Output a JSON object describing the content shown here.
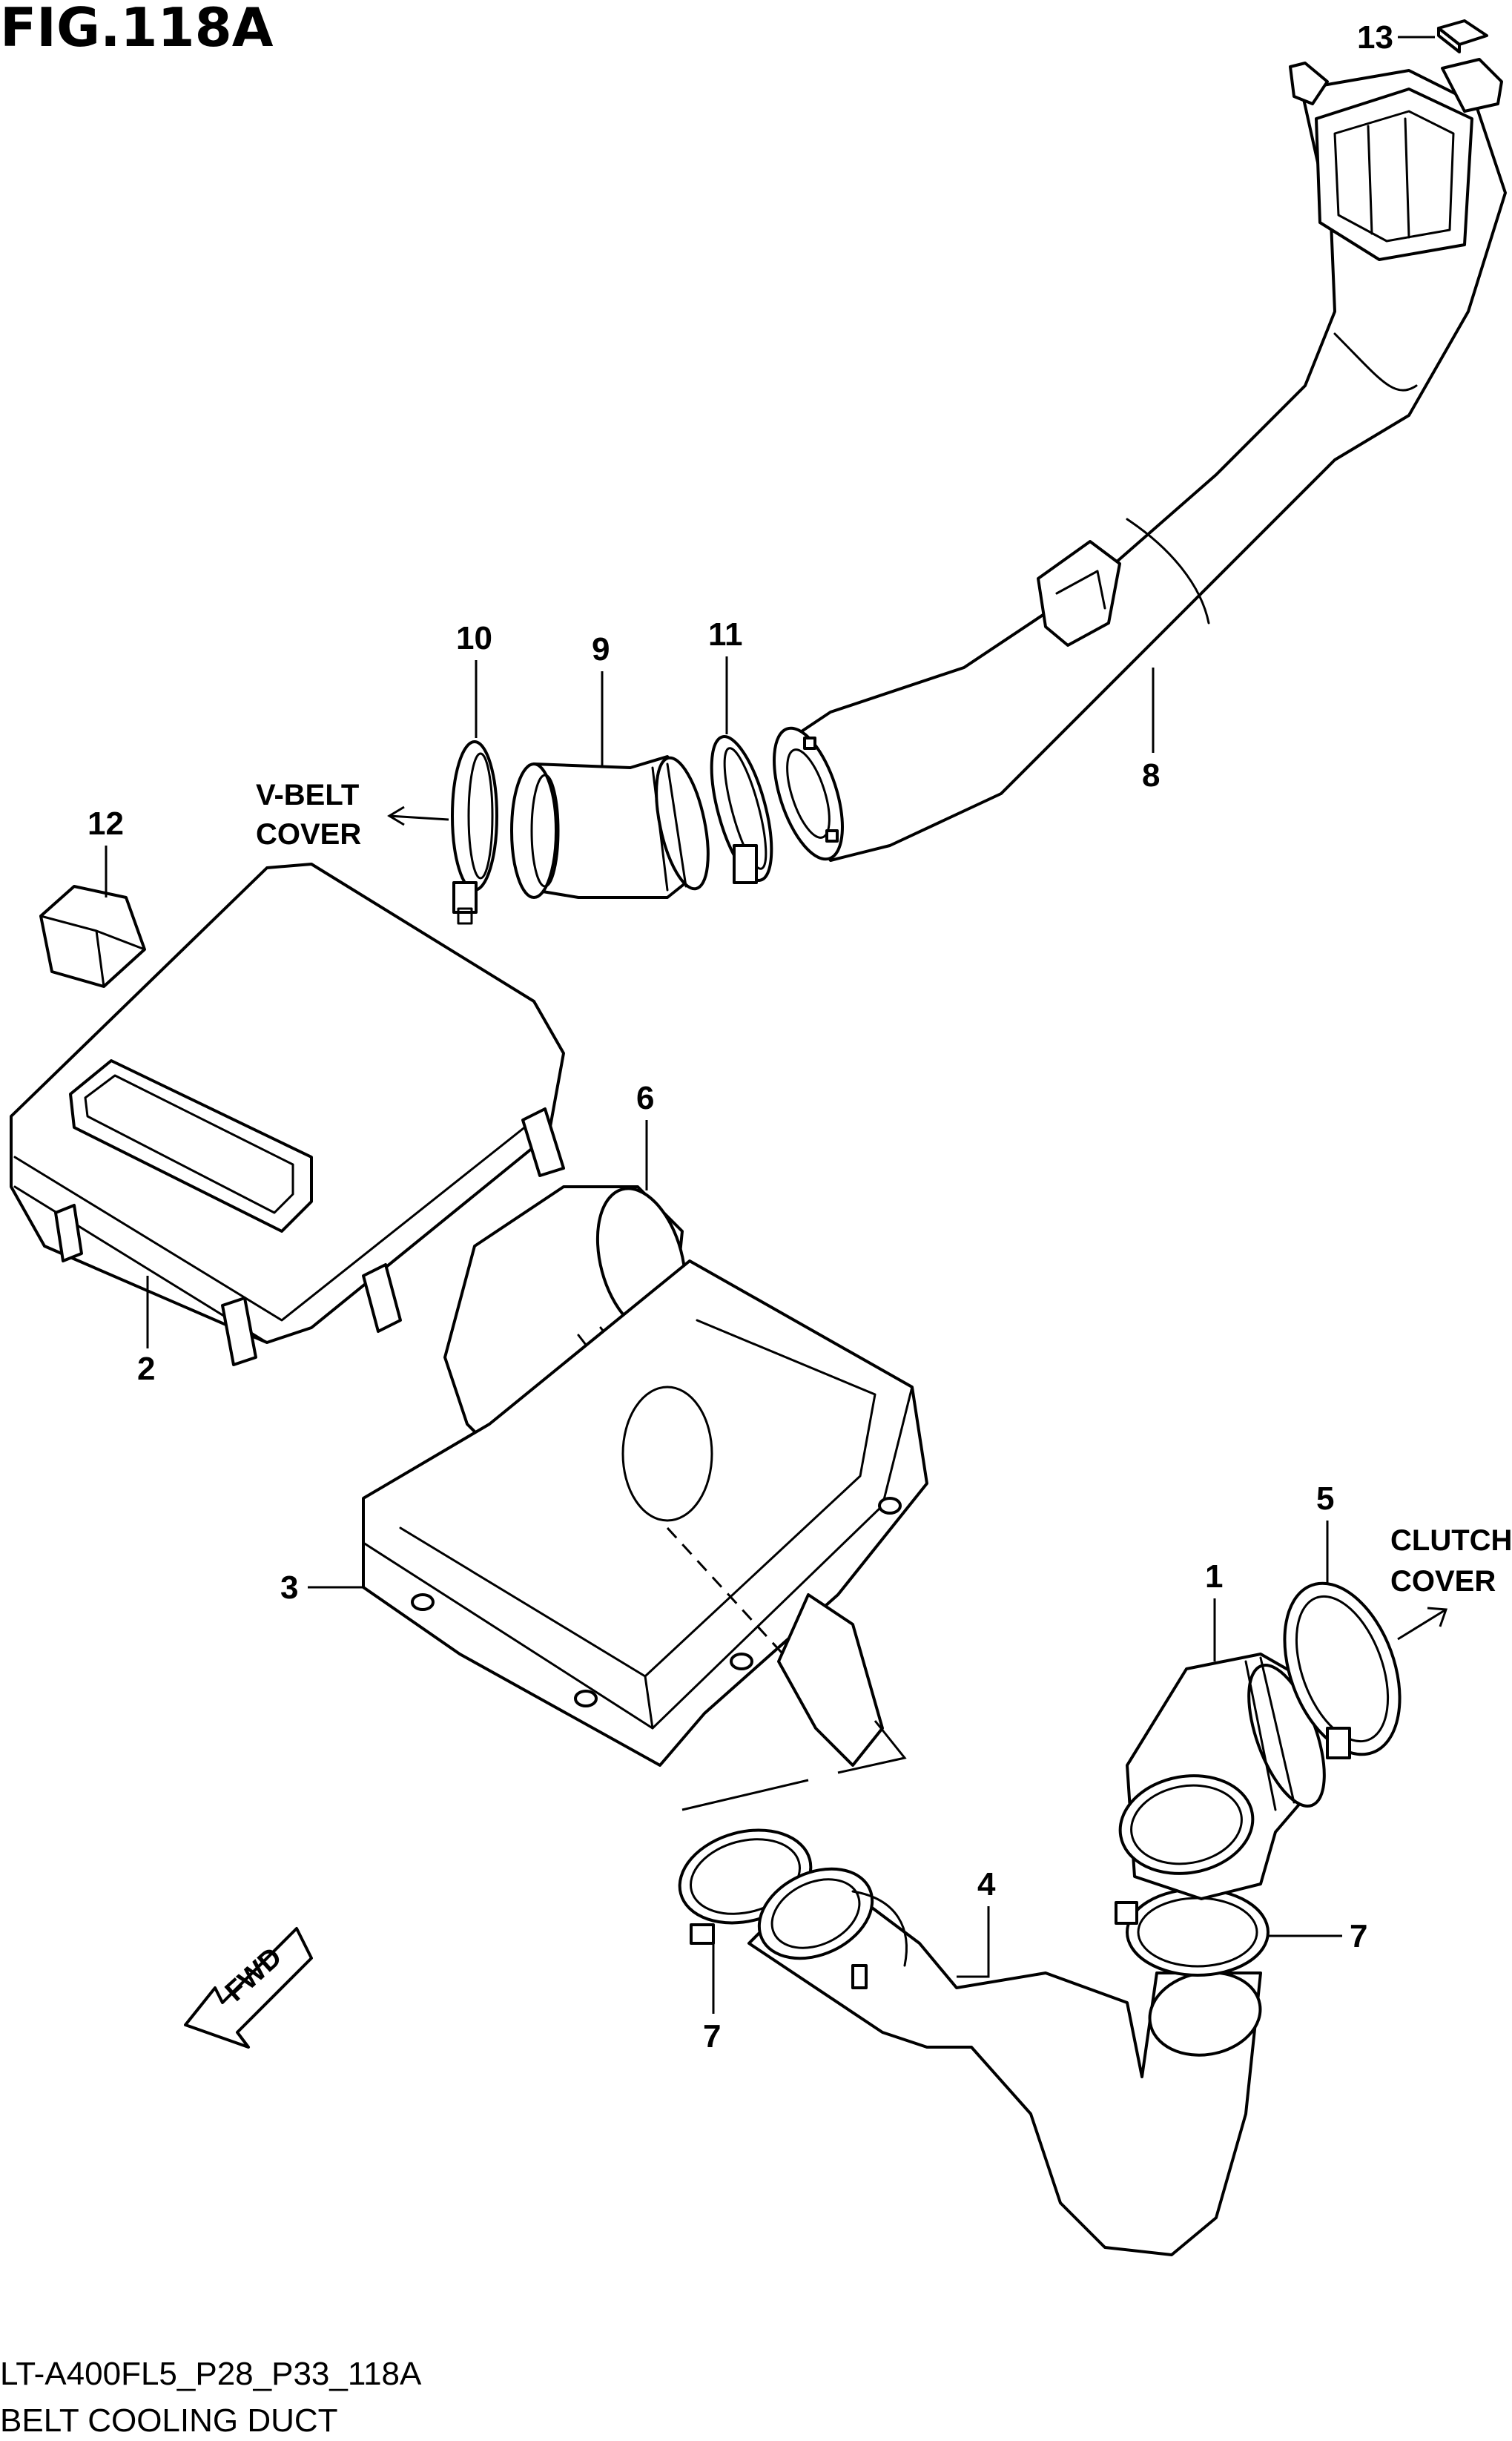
{
  "figure": {
    "title": "FIG.118A",
    "footer_code": "LT-A400FL5_P28_P33_118A",
    "footer_caption": "BELT COOLING DUCT"
  },
  "notes": {
    "vbelt_line1": "V-BELT",
    "vbelt_line2": "COVER",
    "clutch_line1": "CLUTCH",
    "clutch_line2": "COVER",
    "fwd": "FWD"
  },
  "callouts": {
    "p1": "1",
    "p2": "2",
    "p3": "3",
    "p4": "4",
    "p5": "5",
    "p6": "6",
    "p7a": "7",
    "p7b": "7",
    "p8": "8",
    "p9": "9",
    "p10": "10",
    "p11": "11",
    "p12": "12",
    "p13": "13"
  }
}
